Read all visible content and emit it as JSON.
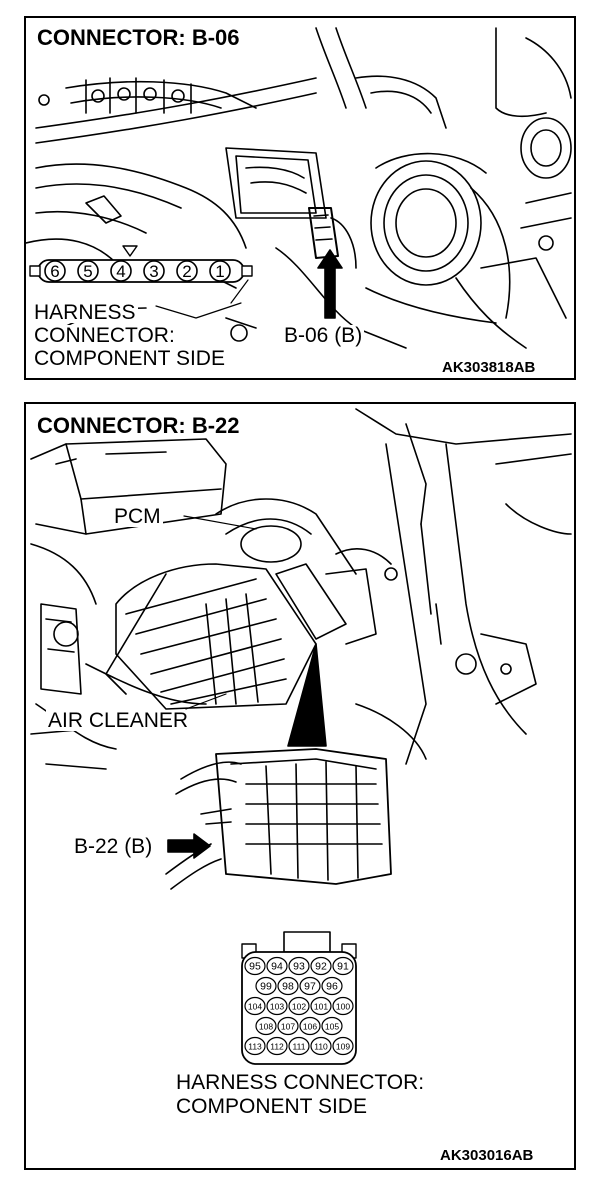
{
  "panel_top": {
    "title": "CONNECTOR: B-06",
    "pins": [
      "6",
      "5",
      "4",
      "3",
      "2",
      "1"
    ],
    "harness_label_lines": [
      "HARNESS",
      "CONNECTOR:",
      "COMPONENT SIDE"
    ],
    "callout_connector": "B-06 (B)",
    "figure_code": "AK303818AB"
  },
  "panel_bottom": {
    "title": "CONNECTOR: B-22",
    "callout_pcm": "PCM",
    "callout_air_cleaner": "AIR CLEANER",
    "callout_connector": "B-22 (B)",
    "pin_rows": [
      [
        "95",
        "94",
        "93",
        "92",
        "91"
      ],
      [
        "99",
        "98",
        "97",
        "96"
      ],
      [
        "104",
        "103",
        "102",
        "101",
        "100"
      ],
      [
        "108",
        "107",
        "106",
        "105"
      ],
      [
        "113",
        "112",
        "111",
        "110",
        "109"
      ]
    ],
    "harness_label_lines": [
      "HARNESS CONNECTOR:",
      "COMPONENT SIDE"
    ],
    "figure_code": "AK303016AB"
  }
}
